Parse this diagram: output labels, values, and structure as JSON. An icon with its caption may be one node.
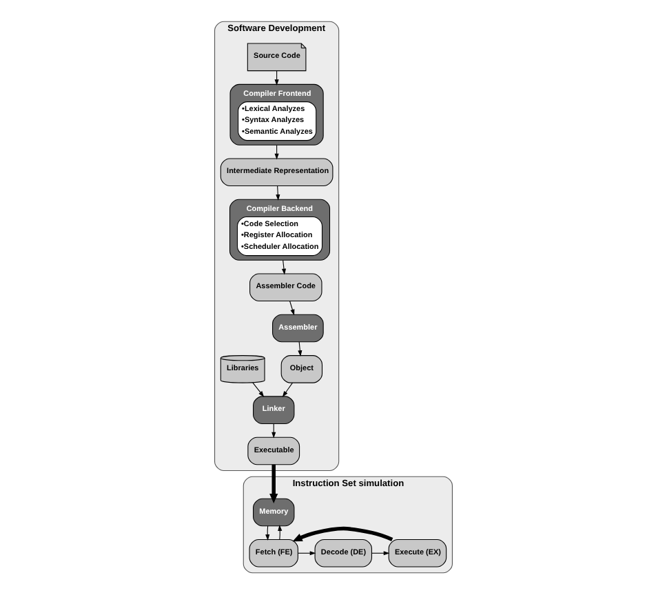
{
  "diagram": {
    "nodes": [
      {
        "text": [
          "Software Development"
        ]
      },
      {
        "text": [
          "Source Code"
        ],
        "in": 0
      },
      {
        "text": [
          "Compiler Frontend",
          "•Lexical Analyzes",
          "•Syntax Analyzes",
          "•Semantic Analyzes"
        ],
        "in": 0
      },
      {
        "text": [
          "Intermediate Representation"
        ],
        "in": 0
      },
      {
        "text": [
          "Compiler Backend",
          "•Code Selection",
          "•Register Allocation",
          "•Scheduler Allocation"
        ],
        "in": 0
      },
      {
        "text": [
          "Assembler Code"
        ],
        "in": 0
      },
      {
        "text": [
          "Assembler"
        ],
        "in": 0
      },
      {
        "text": [
          "Object"
        ],
        "in": 0
      },
      {
        "text": [
          "Libraries"
        ],
        "in": 0
      },
      {
        "text": [
          "Linker"
        ],
        "in": 0
      },
      {
        "text": [
          "Executable"
        ],
        "in": 0
      },
      {
        "text": [
          "Instruction Set simulation"
        ]
      },
      {
        "text": [
          "Memory"
        ],
        "in": 11
      },
      {
        "text": [
          "Fetch (FE)"
        ],
        "in": 11
      },
      {
        "text": [
          "Decode (DE)"
        ],
        "in": 11
      },
      {
        "text": [
          "Execute (EX)"
        ],
        "in": 11
      }
    ],
    "edges": [
      {
        "from": 1,
        "to": 2,
        "arrow": "to"
      },
      {
        "from": 2,
        "to": 3,
        "arrow": "to"
      },
      {
        "from": 3,
        "to": 4,
        "arrow": "to"
      },
      {
        "from": 4,
        "to": 5,
        "arrow": "to"
      },
      {
        "from": 5,
        "to": 6,
        "arrow": "to"
      },
      {
        "from": 6,
        "to": 7,
        "arrow": "to"
      },
      {
        "from": 7,
        "to": 9,
        "arrow": "to"
      },
      {
        "from": 8,
        "to": 9,
        "arrow": "to"
      },
      {
        "from": 9,
        "to": 10,
        "arrow": "to"
      },
      {
        "from": 10,
        "to": 12,
        "arrow": "to",
        "style": "thick"
      },
      {
        "from": 13,
        "to": 12,
        "arrow": "to"
      },
      {
        "from": 12,
        "to": 13,
        "arrow": "to"
      },
      {
        "from": 13,
        "to": 14,
        "arrow": "to"
      },
      {
        "from": 14,
        "to": 15,
        "arrow": "to"
      },
      {
        "from": 15,
        "to": 13,
        "arrow": "to",
        "style": "thick"
      }
    ]
  }
}
